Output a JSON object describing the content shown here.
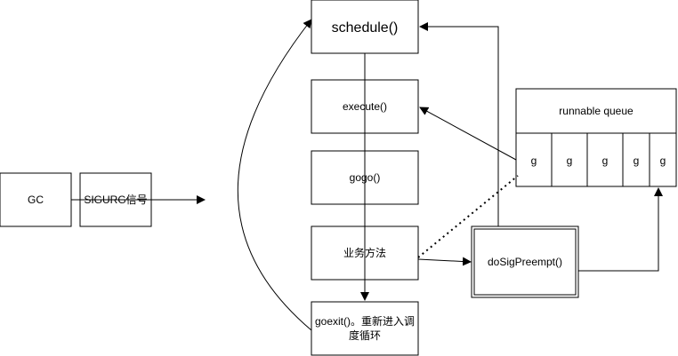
{
  "diagram": {
    "nodes": {
      "gc": "GC",
      "sigurg": "SIGURG信号",
      "schedule": "schedule()",
      "execute": "execute()",
      "gogo": "gogo()",
      "business": "业务方法",
      "goexit_line1": "goexit()。重新进入调",
      "goexit_line2": "度循环",
      "runnable_queue": "runnable queue",
      "dosigpreempt": "doSigPreempt()"
    },
    "queue_slots": [
      "g",
      "g",
      "g",
      "g",
      "g"
    ]
  }
}
